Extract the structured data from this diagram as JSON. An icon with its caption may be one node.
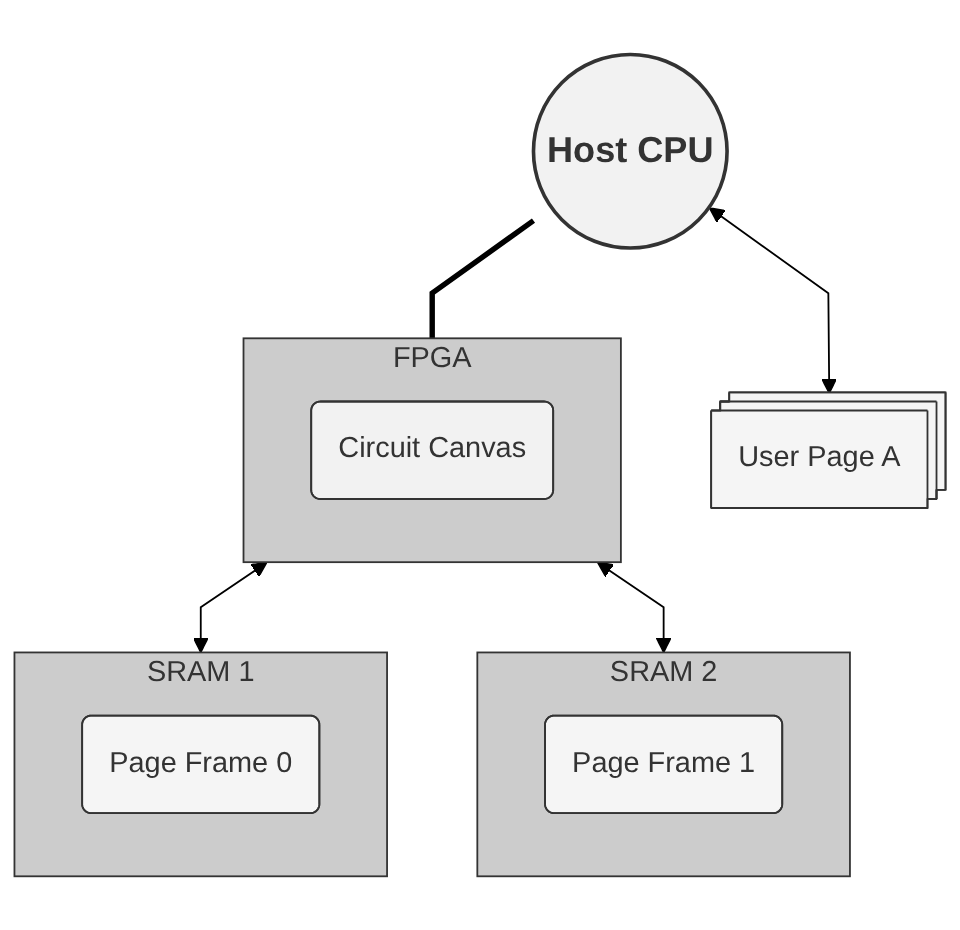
{
  "diagram": {
    "nodes": [
      {
        "text": [
          "Host CPU"
        ]
      },
      {
        "text": [
          "User Page A"
        ]
      },
      {
        "text": [
          "FPGA"
        ]
      },
      {
        "text": [
          "Circuit Canvas"
        ],
        "in": 2
      },
      {
        "text": [
          "SRAM 1"
        ]
      },
      {
        "text": [
          "Page Frame 0"
        ],
        "in": 4
      },
      {
        "text": [
          "SRAM 2"
        ]
      },
      {
        "text": [
          "Page Frame 1"
        ],
        "in": 6
      }
    ],
    "edges": [
      {
        "from": 0,
        "to": 1,
        "arrow": "both"
      },
      {
        "from": 0,
        "to": 2,
        "arrow": "none",
        "style": "thick"
      },
      {
        "from": 2,
        "to": 4,
        "arrow": "both"
      },
      {
        "from": 2,
        "to": 6,
        "arrow": "both"
      }
    ]
  }
}
